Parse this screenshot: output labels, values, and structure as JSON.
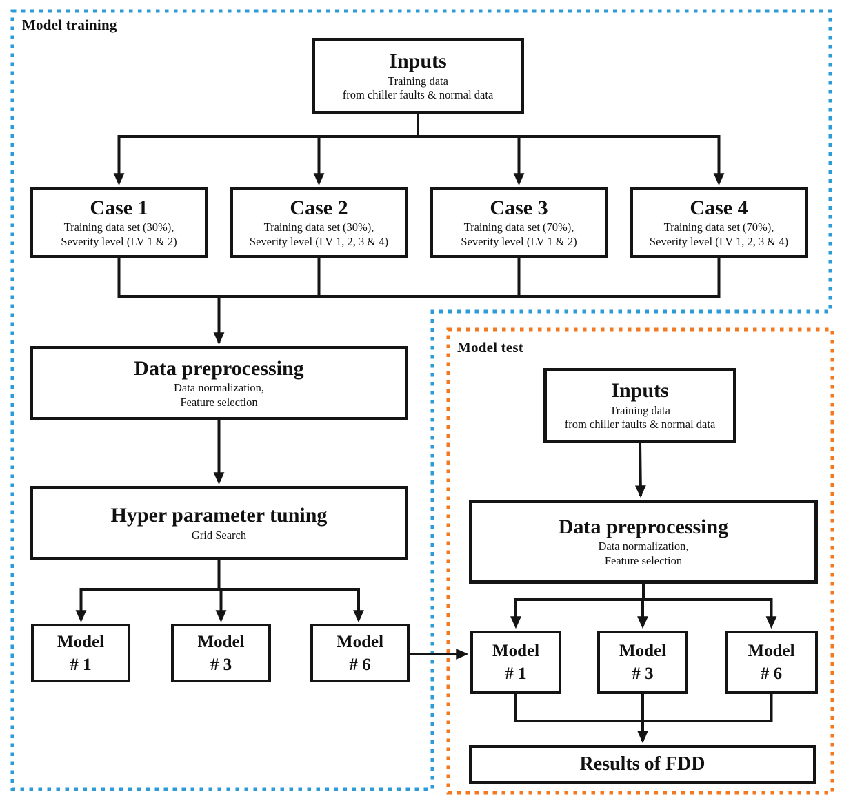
{
  "colors": {
    "training_border": "#2d9bd7",
    "test_border": "#f4781f",
    "connector": "#141414"
  },
  "training": {
    "label": "Model training",
    "inputs": {
      "title": "Inputs",
      "subtitle1": "Training data",
      "subtitle2": "from chiller faults & normal data"
    },
    "cases": [
      {
        "title": "Case 1",
        "subtitle1": "Training data set (30%),",
        "subtitle2": "Severity level (LV 1 & 2)"
      },
      {
        "title": "Case 2",
        "subtitle1": "Training data set (30%),",
        "subtitle2": "Severity level (LV 1, 2, 3 & 4)"
      },
      {
        "title": "Case 3",
        "subtitle1": "Training data set (70%),",
        "subtitle2": "Severity level (LV 1 & 2)"
      },
      {
        "title": "Case 4",
        "subtitle1": "Training data set (70%),",
        "subtitle2": "Severity level (LV 1, 2, 3 & 4)"
      }
    ],
    "preprocessing": {
      "title": "Data preprocessing",
      "subtitle1": "Data normalization,",
      "subtitle2": "Feature selection"
    },
    "tuning": {
      "title": "Hyper parameter tuning",
      "subtitle1": "Grid Search"
    },
    "models": [
      {
        "line1": "Model",
        "line2": "# 1"
      },
      {
        "line1": "Model",
        "line2": "# 3"
      },
      {
        "line1": "Model",
        "line2": "# 6"
      }
    ]
  },
  "test": {
    "label": "Model test",
    "inputs": {
      "title": "Inputs",
      "subtitle1": "Training data",
      "subtitle2": "from chiller faults & normal data"
    },
    "preprocessing": {
      "title": "Data preprocessing",
      "subtitle1": "Data normalization,",
      "subtitle2": "Feature selection"
    },
    "models": [
      {
        "line1": "Model",
        "line2": "# 1"
      },
      {
        "line1": "Model",
        "line2": "# 3"
      },
      {
        "line1": "Model",
        "line2": "# 6"
      }
    ],
    "results": {
      "title": "Results of FDD"
    }
  }
}
